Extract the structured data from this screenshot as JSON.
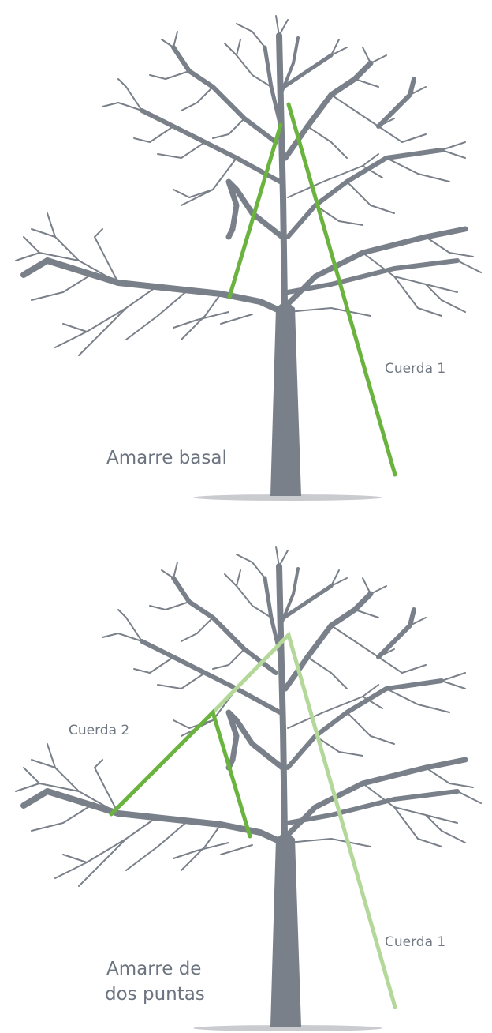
{
  "diagrams": [
    {
      "title": "Amarre basal",
      "ropes": [
        {
          "label": "Cuerda 1",
          "color": "#6bb33f"
        }
      ]
    },
    {
      "title": "Amarre de dos puntas",
      "title_line1": "Amarre de",
      "title_line2": "dos puntas",
      "ropes": [
        {
          "label": "Cuerda 1",
          "color": "#b4d89a"
        },
        {
          "label": "Cuerda 2",
          "color": "#6bb33f"
        }
      ]
    }
  ],
  "colors": {
    "branch": "#7a8089",
    "shadow": "#c9cbcf"
  }
}
